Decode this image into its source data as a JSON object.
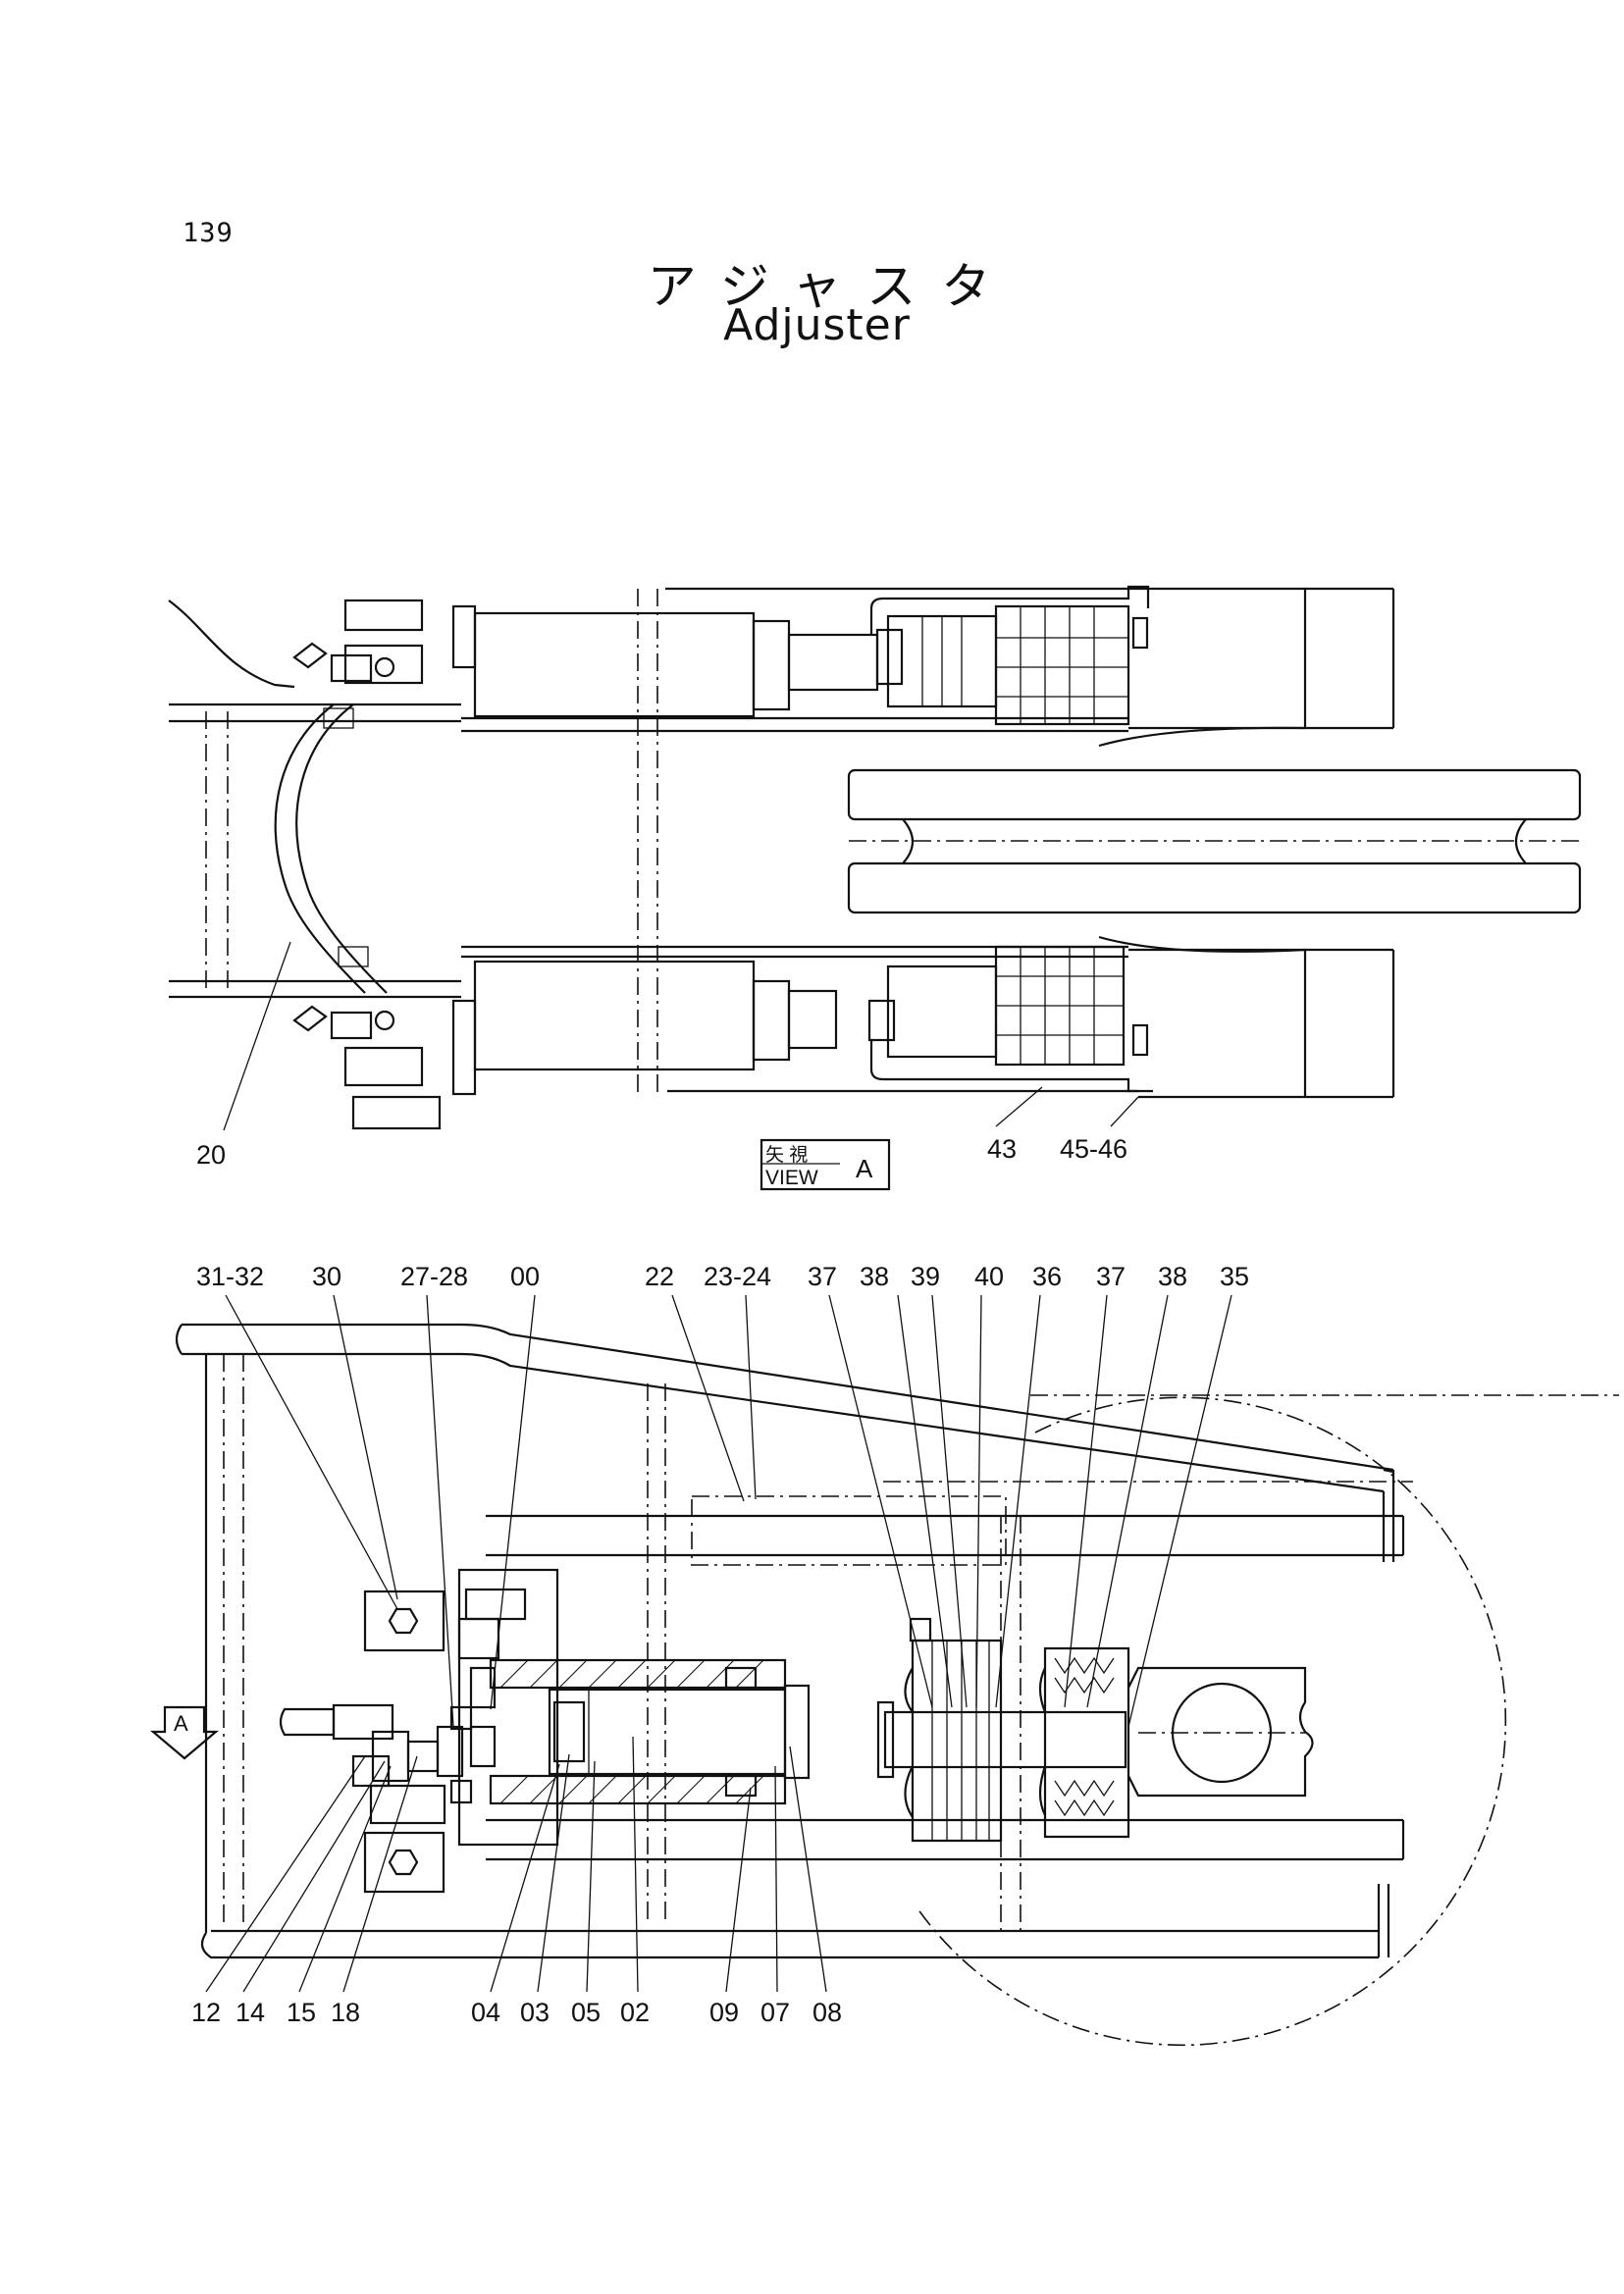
{
  "page": {
    "number": "139"
  },
  "title": {
    "japanese": "アジャスタ",
    "english": "Adjuster"
  },
  "view_a": {
    "caption_jp": "矢 視",
    "caption_en": "VIEW",
    "caption_letter": "A",
    "callouts": [
      "20",
      "43",
      "45-46"
    ]
  },
  "section": {
    "arrow_label": "A",
    "top_callouts": [
      "31-32",
      "30",
      "27-28",
      "00",
      "22",
      "23-24",
      "37",
      "38",
      "39",
      "40",
      "36",
      "37",
      "38",
      "35"
    ],
    "bottom_callouts": [
      "12",
      "14",
      "15",
      "18",
      "04",
      "03",
      "05",
      "02",
      "09",
      "07",
      "08"
    ]
  }
}
